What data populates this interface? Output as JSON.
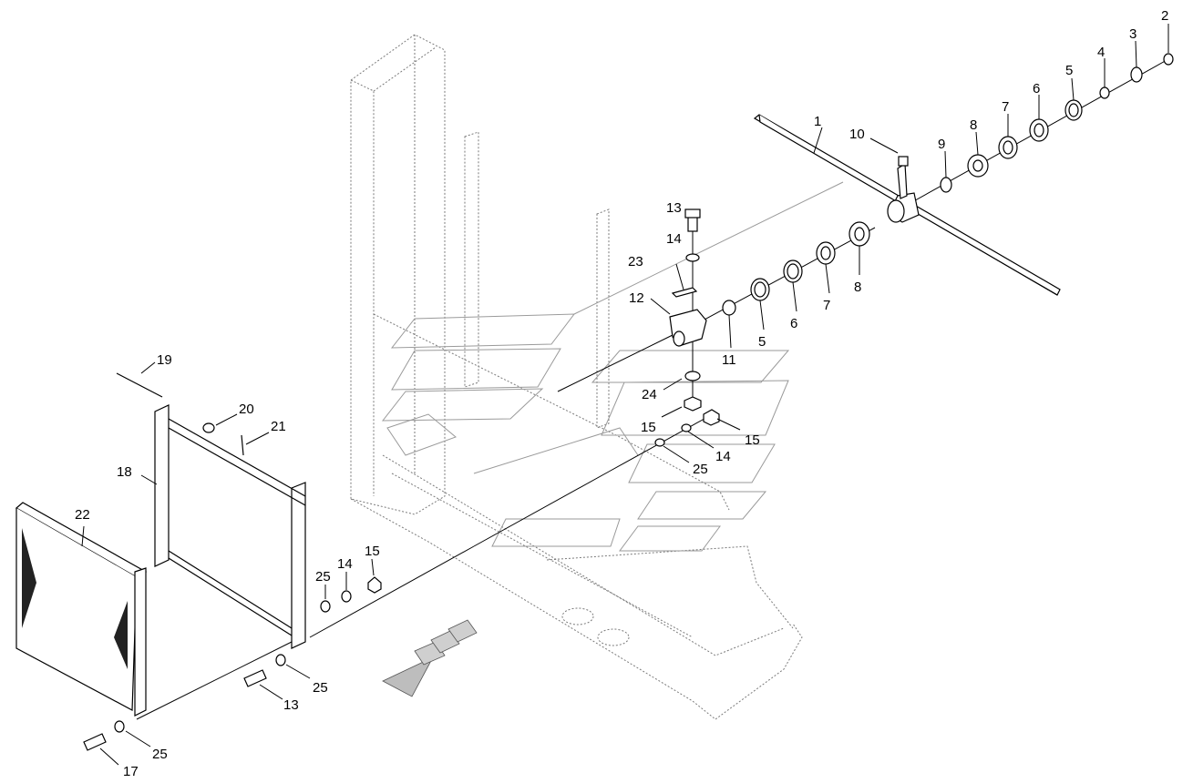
{
  "callouts": [
    {
      "id": "c1",
      "text": "1"
    },
    {
      "id": "c2",
      "text": "2"
    },
    {
      "id": "c3",
      "text": "3"
    },
    {
      "id": "c4",
      "text": "4"
    },
    {
      "id": "c5a",
      "text": "5"
    },
    {
      "id": "c6a",
      "text": "6"
    },
    {
      "id": "c7a",
      "text": "7"
    },
    {
      "id": "c8a",
      "text": "8"
    },
    {
      "id": "c9",
      "text": "9"
    },
    {
      "id": "c10",
      "text": "10"
    },
    {
      "id": "c13a",
      "text": "13"
    },
    {
      "id": "c14a",
      "text": "14"
    },
    {
      "id": "c23",
      "text": "23"
    },
    {
      "id": "c12",
      "text": "12"
    },
    {
      "id": "c11",
      "text": "11"
    },
    {
      "id": "c5b",
      "text": "5"
    },
    {
      "id": "c6b",
      "text": "6"
    },
    {
      "id": "c7b",
      "text": "7"
    },
    {
      "id": "c8b",
      "text": "8"
    },
    {
      "id": "c24",
      "text": "24"
    },
    {
      "id": "c15a",
      "text": "15"
    },
    {
      "id": "c15b",
      "text": "15"
    },
    {
      "id": "c14b",
      "text": "14"
    },
    {
      "id": "c25a",
      "text": "25"
    },
    {
      "id": "c19",
      "text": "19"
    },
    {
      "id": "c20",
      "text": "20"
    },
    {
      "id": "c21",
      "text": "21"
    },
    {
      "id": "c18",
      "text": "18"
    },
    {
      "id": "c22",
      "text": "22"
    },
    {
      "id": "c25b",
      "text": "25"
    },
    {
      "id": "c14c",
      "text": "14"
    },
    {
      "id": "c15c",
      "text": "15"
    },
    {
      "id": "c25c",
      "text": "25"
    },
    {
      "id": "c13b",
      "text": "13"
    },
    {
      "id": "c25d",
      "text": "25"
    },
    {
      "id": "c17",
      "text": "17"
    }
  ]
}
